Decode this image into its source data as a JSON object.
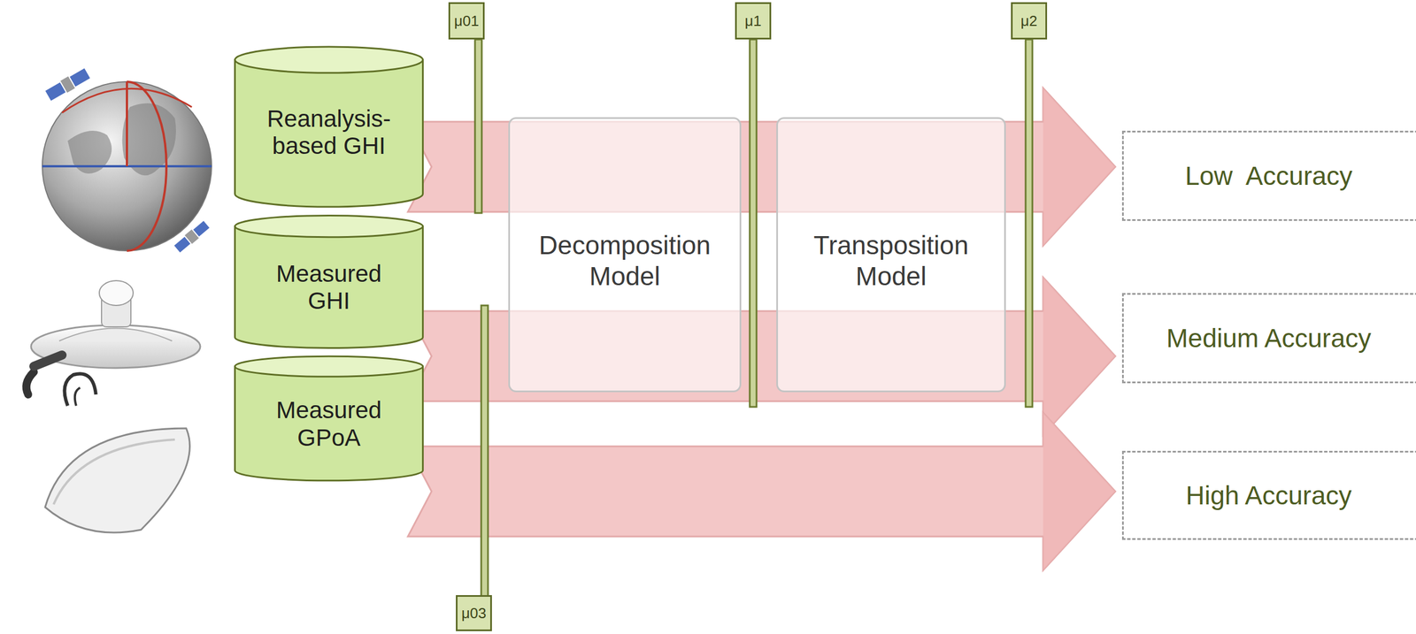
{
  "diagram": {
    "nodes": [
      {
        "text": [
          "μ01"
        ]
      },
      {
        "text": [
          "μ1"
        ]
      },
      {
        "text": [
          "μ2"
        ]
      },
      {
        "text": [
          "Reanalysis-based GHI"
        ]
      },
      {
        "text": [
          "Decomposition Model"
        ]
      },
      {
        "text": [
          "Transposition Model"
        ]
      },
      {
        "text": [
          "Low  Accuracy"
        ]
      },
      {
        "text": [
          "Measured GHI"
        ]
      },
      {
        "text": [
          "Medium Accuracy"
        ]
      },
      {
        "text": [
          "Measured GPoA"
        ]
      },
      {
        "text": [
          "High Accuracy"
        ]
      },
      {
        "text": [
          "μ03"
        ]
      }
    ],
    "edges": [
      {
        "from": 3,
        "to": 6,
        "arrow": "to"
      },
      {
        "from": 7,
        "to": 8,
        "arrow": "to"
      },
      {
        "from": 9,
        "to": 10,
        "arrow": "to"
      }
    ]
  }
}
